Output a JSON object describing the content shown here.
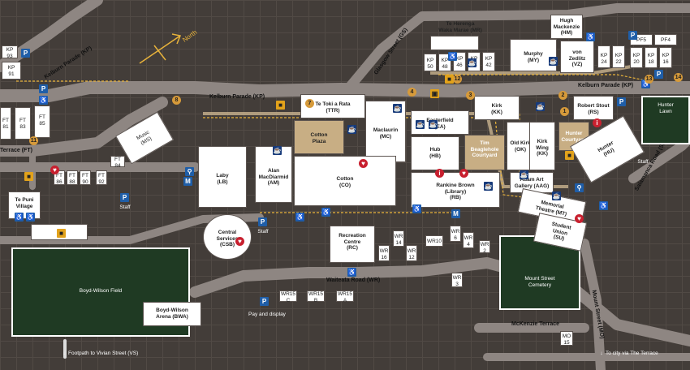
{
  "roads": {
    "kelburn_top": "Kelburn Parade (KP)",
    "kelburn_main": "Kelburn Parade (KP)",
    "kelburn_right": "Kelburn Parade (KP)",
    "glasgow": "Glasgow Street (GS)",
    "waiteata": "Waiteata Road (WR)",
    "mckenzie": "McKenzie Terrace",
    "salamanca": "Salamanca Road (SR)",
    "mount": "Mount Street (MO)",
    "terrace_left": "Terrace (FT)"
  },
  "north_label": "North",
  "buildings": [
    {
      "id": "b-kp93",
      "text": "KP\n93"
    },
    {
      "id": "b-kp91",
      "text": "KP\n91"
    },
    {
      "id": "b-ft81",
      "text": "FT\n81"
    },
    {
      "id": "b-ft83",
      "text": "FT\n83"
    },
    {
      "id": "b-ft85",
      "text": "FT\n85"
    },
    {
      "id": "b-ms",
      "text": "Music\n(MS)"
    },
    {
      "id": "b-ttr",
      "text": "Te Toki a Rata\n(TTR)"
    },
    {
      "id": "b-cotton-plaza",
      "text": "Cotton\nPlaza"
    },
    {
      "id": "b-mc",
      "text": "Maclaurin\n(MC)"
    },
    {
      "id": "b-ea",
      "text": "Easterfield\n(EA)"
    },
    {
      "id": "b-hb",
      "text": "Hub\n(HB)"
    },
    {
      "id": "b-beaglehole",
      "text": "Tim\nBeaglehole\nCourtyard"
    },
    {
      "id": "b-kk",
      "text": "Kirk\n(KK)"
    },
    {
      "id": "b-ok",
      "text": "Old Kirk\n(OK)"
    },
    {
      "id": "b-kirkwing",
      "text": "Kirk\nWing\n(KK)"
    },
    {
      "id": "b-rs",
      "text": "Robert Stout\n(RS)"
    },
    {
      "id": "b-hunter-courtyard",
      "text": "Hunter\nCourtyard"
    },
    {
      "id": "b-hu",
      "text": "Hunter\n(HU)"
    },
    {
      "id": "b-lb",
      "text": "Laby\n(LB)"
    },
    {
      "id": "b-am",
      "text": "Alan\nMacDiarmid\n(AM)"
    },
    {
      "id": "b-cd",
      "text": "Cotton\n(CO)"
    },
    {
      "id": "b-rb",
      "text": "Rankine Brown\n(Library)\n(RB)"
    },
    {
      "id": "b-aag",
      "text": "Adam Art\nGallery (AAG)"
    },
    {
      "id": "b-mt",
      "text": "Memorial\nTheatre (MT)"
    },
    {
      "id": "b-su",
      "text": "Student\nUnion\n(SU)"
    },
    {
      "id": "b-csb",
      "text": "Central\nServices\n(CSB)"
    },
    {
      "id": "b-rc",
      "text": "Recreation\nCentre\n(RC)"
    },
    {
      "id": "b-tpv",
      "text": "Te Puni\nVillage"
    },
    {
      "id": "b-bwa",
      "text": "Boyd-Wilson\nArena (BWA)"
    },
    {
      "id": "b-mr",
      "text": "Te Herenga\nWaka Marae (MR)"
    },
    {
      "id": "b-hm",
      "text": "Hugh\nMackenzie\n(HM)"
    },
    {
      "id": "b-my",
      "text": "Murphy\n(MY)"
    },
    {
      "id": "b-vz",
      "text": "von\nZedlitz\n(VZ)"
    },
    {
      "id": "b-kp50",
      "text": "KP\n50"
    },
    {
      "id": "b-kp48",
      "text": "KP\n48"
    },
    {
      "id": "b-kp46",
      "text": "KP\n46"
    },
    {
      "id": "b-kp44",
      "text": "KP\n44"
    },
    {
      "id": "b-kp42",
      "text": "KP\n42"
    },
    {
      "id": "b-kp24",
      "text": "KP\n24"
    },
    {
      "id": "b-kp22",
      "text": "KP\n22"
    },
    {
      "id": "b-pf5",
      "text": "PF5"
    },
    {
      "id": "b-pf4",
      "text": "PF4"
    },
    {
      "id": "b-kp20",
      "text": "KP\n20"
    },
    {
      "id": "b-kp18",
      "text": "KP\n18"
    },
    {
      "id": "b-kp16",
      "text": "KP\n16"
    },
    {
      "id": "b-ft84",
      "text": "FT\n84"
    },
    {
      "id": "b-ft86",
      "text": "FT\n86"
    },
    {
      "id": "b-ft88",
      "text": "FT\n88"
    },
    {
      "id": "b-ft90",
      "text": "FT\n90"
    },
    {
      "id": "b-ft92",
      "text": "FT\n92"
    },
    {
      "id": "b-wr14",
      "text": "WR\n14"
    },
    {
      "id": "b-wr16",
      "text": "WR\n16"
    },
    {
      "id": "b-wr12",
      "text": "WR\n12"
    },
    {
      "id": "b-wr10",
      "text": "WR10"
    },
    {
      "id": "b-wr6",
      "text": "WR\n6"
    },
    {
      "id": "b-wr4",
      "text": "WR\n4"
    },
    {
      "id": "b-wr2",
      "text": "WR\n2"
    },
    {
      "id": "b-wr3",
      "text": "WR\n3"
    },
    {
      "id": "b-wr15c",
      "text": "WR15\nC"
    },
    {
      "id": "b-wr15b",
      "text": "WR15\nB"
    },
    {
      "id": "b-wr15a",
      "text": "WR15\nA"
    },
    {
      "id": "b-mo15",
      "text": "MO\n15"
    }
  ],
  "green_areas": {
    "boyd_wilson": "Boyd-Wilson Field",
    "cemetery": "Mount Street\nCemetery",
    "hunter_lawn": "Hunter\nLawn"
  },
  "misc_labels": {
    "staff1": "Staff",
    "staff2": "Staff",
    "staff3": "Staff",
    "paydisplay": "Pay and display",
    "footpath": "Footpath to Vivian Street (VS)",
    "tocity": "To city via The Terrace"
  },
  "numbers": [
    "1",
    "2",
    "3",
    "4",
    "7",
    "8",
    "11",
    "12",
    "13",
    "14"
  ]
}
